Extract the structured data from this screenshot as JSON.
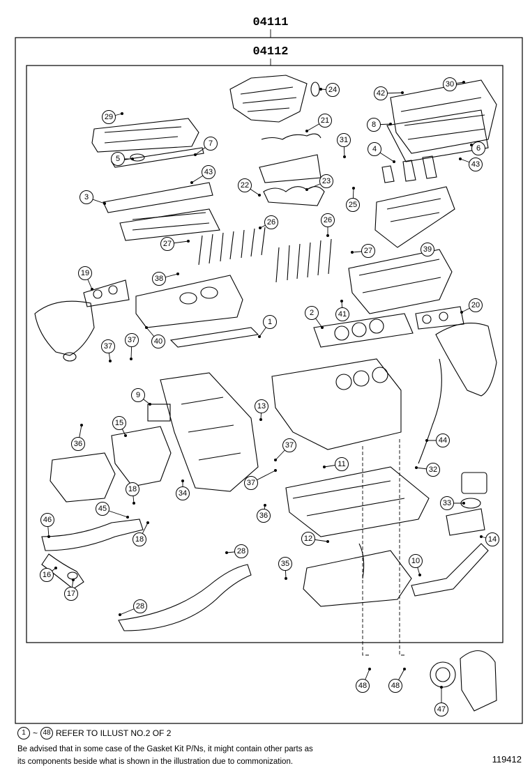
{
  "diagram": {
    "outer_kit_code": "04111",
    "inner_kit_code": "04112",
    "drawing_number": "119412",
    "callouts": [
      {
        "n": "1"
      },
      {
        "n": "2"
      },
      {
        "n": "3"
      },
      {
        "n": "4"
      },
      {
        "n": "5"
      },
      {
        "n": "6"
      },
      {
        "n": "7"
      },
      {
        "n": "8"
      },
      {
        "n": "9"
      },
      {
        "n": "10"
      },
      {
        "n": "11"
      },
      {
        "n": "12"
      },
      {
        "n": "13"
      },
      {
        "n": "14"
      },
      {
        "n": "15"
      },
      {
        "n": "16"
      },
      {
        "n": "17"
      },
      {
        "n": "18"
      },
      {
        "n": "18"
      },
      {
        "n": "19"
      },
      {
        "n": "20"
      },
      {
        "n": "21"
      },
      {
        "n": "22"
      },
      {
        "n": "23"
      },
      {
        "n": "24"
      },
      {
        "n": "25"
      },
      {
        "n": "26"
      },
      {
        "n": "26"
      },
      {
        "n": "27"
      },
      {
        "n": "27"
      },
      {
        "n": "28"
      },
      {
        "n": "28"
      },
      {
        "n": "29"
      },
      {
        "n": "30"
      },
      {
        "n": "31"
      },
      {
        "n": "32"
      },
      {
        "n": "33"
      },
      {
        "n": "34"
      },
      {
        "n": "35"
      },
      {
        "n": "36"
      },
      {
        "n": "36"
      },
      {
        "n": "37"
      },
      {
        "n": "37"
      },
      {
        "n": "37"
      },
      {
        "n": "37"
      },
      {
        "n": "38"
      },
      {
        "n": "39"
      },
      {
        "n": "40"
      },
      {
        "n": "41"
      },
      {
        "n": "42"
      },
      {
        "n": "43"
      },
      {
        "n": "43"
      },
      {
        "n": "44"
      },
      {
        "n": "45"
      },
      {
        "n": "46"
      },
      {
        "n": "47"
      },
      {
        "n": "48"
      },
      {
        "n": "48"
      }
    ]
  },
  "notes": {
    "range_start": "1",
    "range_tilde": "~",
    "range_end": "48",
    "refer": "REFER TO ILLUST NO.2 OF 2",
    "advise_line1": "Be advised that in some case of the Gasket Kit P/Ns,  it might contain other parts as",
    "advise_line2": "its components beside what is shown in the illustration due to commonization."
  }
}
